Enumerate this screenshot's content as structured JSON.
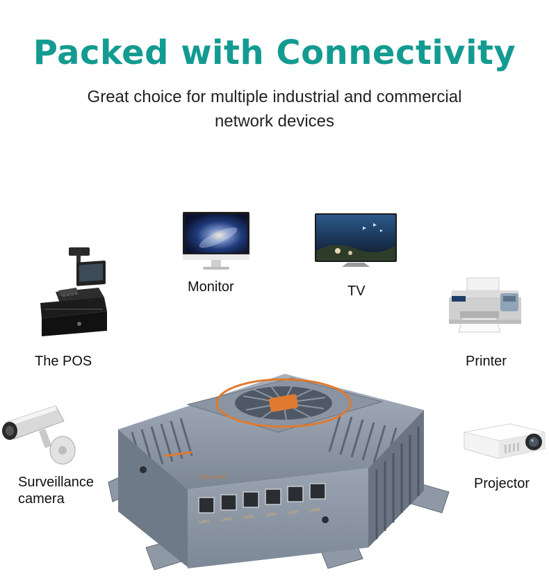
{
  "heading": {
    "title": "Packed with Connectivity",
    "subtitle_line1": "Great choice for multiple industrial and commercial",
    "subtitle_line2": "network devices"
  },
  "devices": [
    {
      "label": "Monitor",
      "icon": "monitor-icon"
    },
    {
      "label": "TV",
      "icon": "tv-icon"
    },
    {
      "label": "The POS",
      "icon": "pos-terminal-icon"
    },
    {
      "label": "Printer",
      "icon": "printer-icon"
    },
    {
      "label": "Surveillance",
      "label2": "camera",
      "icon": "surveillance-camera-icon"
    },
    {
      "label": "Projector",
      "icon": "projector-icon"
    }
  ],
  "product": {
    "power_label": "DC12V-19V",
    "ports": [
      "LAN1",
      "LAN2",
      "LAN3",
      "LAN4",
      "LAN5",
      "LAN6"
    ],
    "colors": {
      "accent": "#139b91",
      "chassis": "#8e99a8",
      "orange": "#e07a2e"
    }
  }
}
